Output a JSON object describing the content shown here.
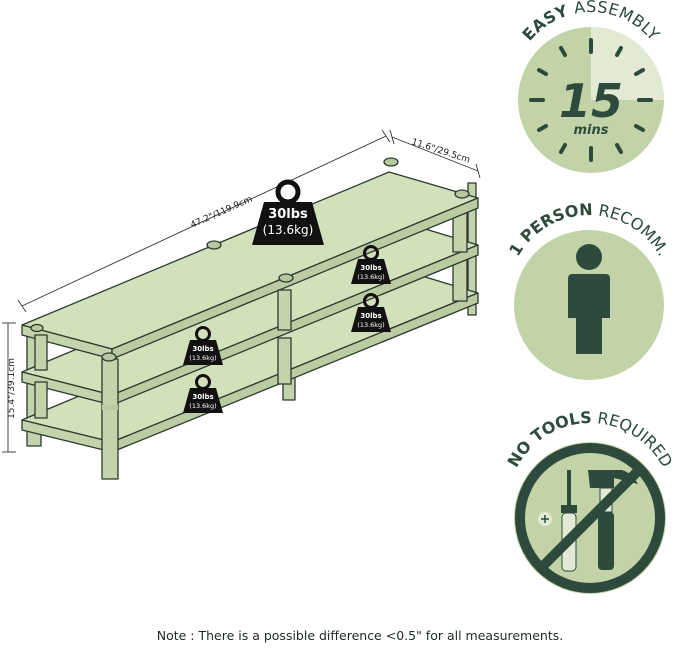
{
  "dimensions": {
    "width": "47.2\"/119.9cm",
    "depth": "11.6\"/29.5cm",
    "height": "15.4\"/39.1cm"
  },
  "weights": {
    "top_lbs": "30lbs",
    "top_kg": "(13.6kg)",
    "shelf_lbs": "30lbs",
    "shelf_kg": "(13.6kg)"
  },
  "badges": {
    "assembly": {
      "word1": "EASY",
      "word2": "ASSEMBLY",
      "number": "15",
      "unit": "mins"
    },
    "person": {
      "word1": "1 PERSON",
      "word2": "RECOMM."
    },
    "tools": {
      "word1": "NO TOOLS",
      "word2": "REQUIRED"
    }
  },
  "note": "Note : There is a possible difference <0.5\" for all measurements.",
  "colors": {
    "wood": "#d3e0bc",
    "wood_edge": "#2a3a2e",
    "badge_fill": "#c3d3a8",
    "badge_dark": "#2d4a3c",
    "badge_light": "#e3ead4",
    "weight": "#111111"
  }
}
